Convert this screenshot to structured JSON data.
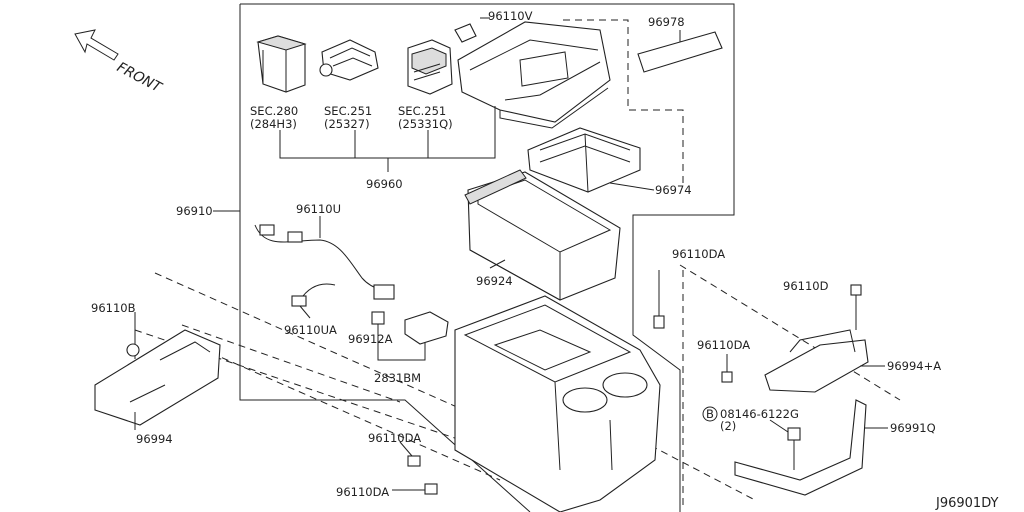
{
  "diagram": {
    "front_label": "FRONT",
    "reference_code": "J96901DY",
    "parts": {
      "p96110V": "96110V",
      "p96978": "96978",
      "sec280": "SEC.280",
      "sec280_sub": "(284H3)",
      "sec251a": "SEC.251",
      "sec251a_sub": "(25327)",
      "sec251b": "SEC.251",
      "sec251b_sub": "(25331Q)",
      "p96960": "96960",
      "p96974": "96974",
      "p96910": "96910",
      "p96110U": "96110U",
      "p96924": "96924",
      "p96110DA_top": "96110DA",
      "p96110D": "96110D",
      "p96994A": "96994+A",
      "p96110B": "96110B",
      "p96110UA": "96110UA",
      "p96912A": "96912A",
      "p2831BM": "2831BM",
      "p96110DA_right": "96110DA",
      "p08146": "08146-6122G",
      "p08146_qty": "(2)",
      "p08146_badge": "B",
      "p96991Q": "96991Q",
      "p96994": "96994",
      "p96110DA_low": "96110DA",
      "p96110DA_bottom": "96110DA"
    }
  }
}
